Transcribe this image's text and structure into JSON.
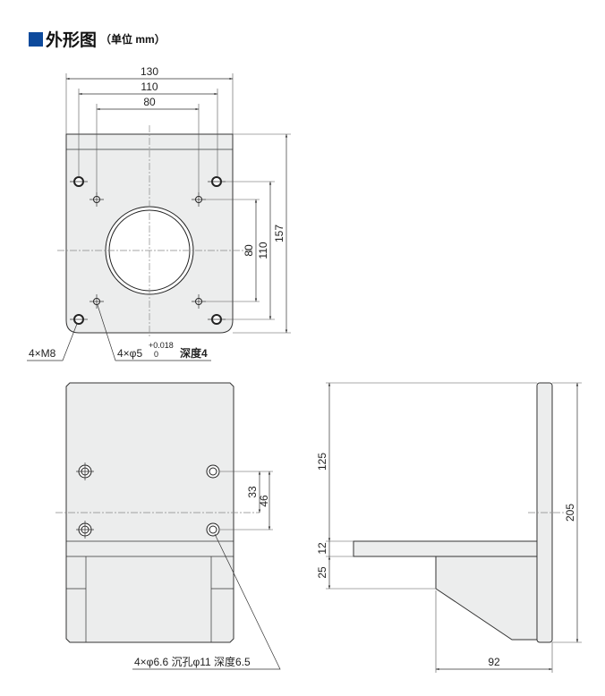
{
  "header": {
    "title": "外形图",
    "unit": "（单位 mm）",
    "accent_color": "#0d4a9c"
  },
  "top_view": {
    "dims": {
      "width_overall": "130",
      "hole_pitch_outer": "110",
      "hole_pitch_inner": "80",
      "height_overall": "157",
      "v_pitch_outer": "110",
      "v_pitch_inner": "80"
    },
    "callouts": {
      "m8": "4×M8",
      "pin": "4×φ5",
      "tol_upper": "+0.018",
      "tol_lower": "0",
      "depth": "深度4"
    }
  },
  "front_view": {
    "dims": {
      "d33": "33",
      "d46": "46"
    },
    "callout": "4×φ6.6 沉孔φ11 深度6.5"
  },
  "side_view": {
    "dims": {
      "d125": "125",
      "d12": "12",
      "d25": "25",
      "d205": "205",
      "d92": "92"
    }
  }
}
